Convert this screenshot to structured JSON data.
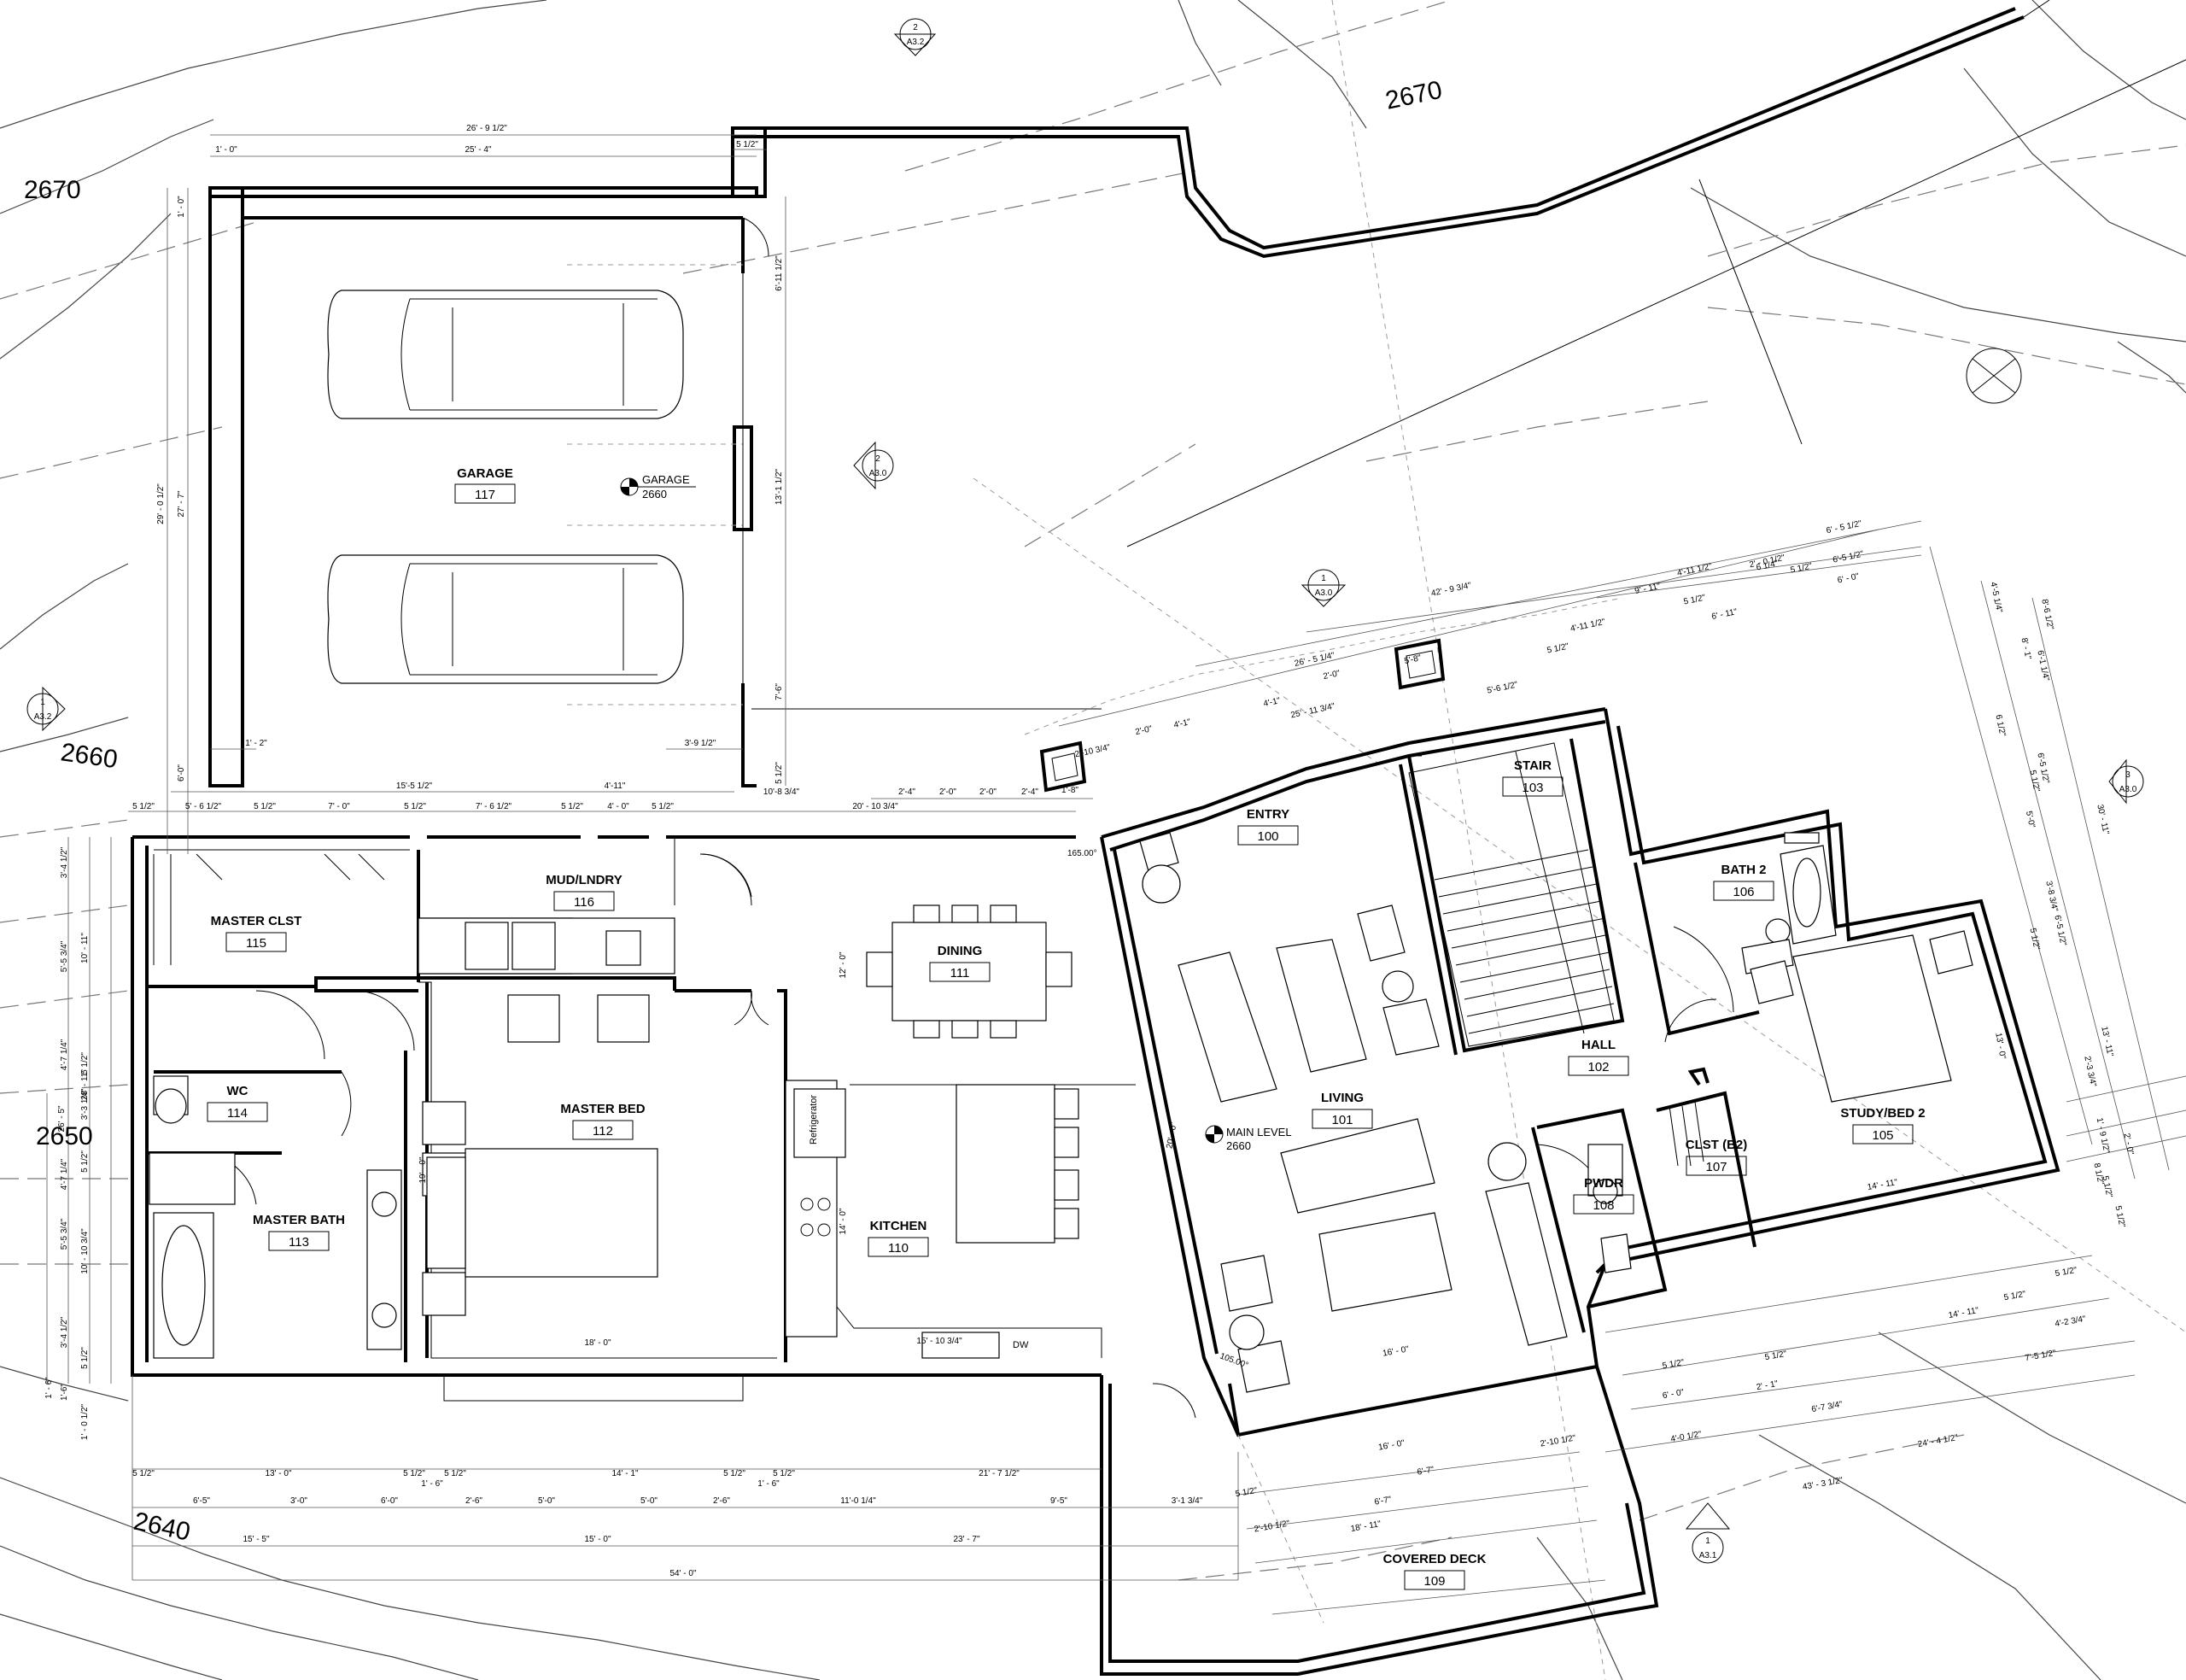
{
  "contour_labels": [
    "2670",
    "2670",
    "2660",
    "2640",
    "2650"
  ],
  "levels": {
    "garage": {
      "name": "GARAGE",
      "elev": "2660"
    },
    "main": {
      "name": "MAIN LEVEL",
      "elev": "2660"
    }
  },
  "rooms": [
    {
      "id": "garage",
      "name": "GARAGE",
      "num": "117"
    },
    {
      "id": "mud",
      "name": "MUD/LNDRY",
      "num": "116"
    },
    {
      "id": "master-clst",
      "name": "MASTER CLST",
      "num": "115"
    },
    {
      "id": "wc",
      "name": "WC",
      "num": "114"
    },
    {
      "id": "master-bath",
      "name": "MASTER BATH",
      "num": "113"
    },
    {
      "id": "master-bed",
      "name": "MASTER BED",
      "num": "112"
    },
    {
      "id": "dining",
      "name": "DINING",
      "num": "111"
    },
    {
      "id": "kitchen",
      "name": "KITCHEN",
      "num": "110"
    },
    {
      "id": "entry",
      "name": "ENTRY",
      "num": "100"
    },
    {
      "id": "stair",
      "name": "STAIR",
      "num": "103"
    },
    {
      "id": "living",
      "name": "LIVING",
      "num": "101"
    },
    {
      "id": "hall",
      "name": "HALL",
      "num": "102"
    },
    {
      "id": "bath2",
      "name": "BATH 2",
      "num": "106"
    },
    {
      "id": "study",
      "name": "STUDY/BED 2",
      "num": "105"
    },
    {
      "id": "clst-b2",
      "name": "CLST (B2)",
      "num": "107"
    },
    {
      "id": "pwdr",
      "name": "PWDR",
      "num": "108"
    },
    {
      "id": "deck",
      "name": "COVERED DECK",
      "num": "109"
    }
  ],
  "section_markers": [
    {
      "num": "2",
      "sheet": "A3.2"
    },
    {
      "num": "2",
      "sheet": "A3.0"
    },
    {
      "num": "1",
      "sheet": "A3.0"
    },
    {
      "num": "1",
      "sheet": "A3.2"
    },
    {
      "num": "3",
      "sheet": "A3.0"
    },
    {
      "num": "1",
      "sheet": "A3.1"
    }
  ],
  "fixtures": {
    "refrigerator": "Refrigerator",
    "dishwasher": "DW"
  },
  "angles": [
    "165.00°",
    "105.00°"
  ],
  "dims_top": [
    "26' - 9 1/2\"",
    "1' - 0\"",
    "25' - 4\"",
    "5 1/2\""
  ],
  "dims_garage": [
    "29' - 0 1/2\"",
    "27' - 7\"",
    "6'-11 1/2\"",
    "13'-1 1/2\"",
    "7'-6\"",
    "1' - 0\"",
    "3'-9 1/2\"",
    "1' - 2\"",
    "5 1/2\""
  ],
  "dims_row1": [
    "6'-0\"",
    "15'-5 1/2\"",
    "4'-11\"",
    "10'-8 3/4\""
  ],
  "dims_row2": [
    "5 1/2\"",
    "5' - 6 1/2\"",
    "5 1/2\"",
    "7' - 0\"",
    "5 1/2\"",
    "7' - 6 1/2\"",
    "5 1/2\"",
    "4' - 0\"",
    "5 1/2\"",
    "20' - 10 3/4\""
  ],
  "dims_row3": [
    "2'-4\"",
    "2'-0\"",
    "2'-0\"",
    "2'-4\"",
    "1'-8\""
  ],
  "dims_left": [
    "3'-4 1/2\"",
    "5'-5 3/4\"",
    "10' - 11\"",
    "4'-7 1/4\"",
    "5 1/2\"",
    "3'-3 1/4\"",
    "28' - 11\"",
    "26' - 5\"",
    "4'-7 1/4\"",
    "5 1/2\"",
    "5'-5 3/4\"",
    "10' - 10 3/4\"",
    "3'-4 1/2\"",
    "5 1/2\"",
    "1' - 6\"",
    "1'-6\"",
    "1' - 0 1/2\""
  ],
  "dims_interior": [
    "12' - 0\"",
    "14' - 0\"",
    "19' - 0\"",
    "18' - 0\"",
    "15' - 10 3/4\"",
    "20' - 0\"",
    "16' - 0\"",
    "14' - 11\"",
    "13' - 0\""
  ],
  "dims_bottom_1": [
    "5 1/2\"",
    "13' - 0\"",
    "5 1/2\"",
    "5 1/2\"",
    "14' - 1\"",
    "5 1/2\"",
    "5 1/2\"",
    "21' - 7 1/2\""
  ],
  "dims_bottom_2": [
    "6'-5\"",
    "3'-0\"",
    "6'-0\"",
    "2'-6\"",
    "5'-0\"",
    "5'-0\"",
    "2'-6\"",
    "11'-0 1/4\"",
    "9'-5\"",
    "3'-1 3/4\""
  ],
  "dims_bottom_3": [
    "1' - 6\"",
    "1' - 6\""
  ],
  "dims_bottom_4": [
    "15' - 5\"",
    "15' - 0\"",
    "23' - 7\""
  ],
  "dims_bottom_5": [
    "54' - 0\""
  ],
  "dims_upper_right": [
    "42' - 9 3/4\"",
    "26' - 5 1/4\"",
    "25' - 11 3/4\"",
    "5'-6 1/2\"",
    "5 1/2\"",
    "4'-11 1/2\"",
    "9' - 11\"",
    "4'-11 1/2\"",
    "2' - 0 1/2\"",
    "6' - 11\"",
    "6 1/4\"",
    "6' - 5 1/2\"",
    "6'-5 1/2\"",
    "6' - 0\"",
    "5 1/2\"",
    "5 1/2\"",
    "5'-8\"",
    "4'-1\"",
    "4'-1\"",
    "2'-0\"",
    "2'-0\"",
    "2'-10 3/4\""
  ],
  "dims_right": [
    "4'-5 1/4\"",
    "8'-6 1/2\"",
    "8' - 1\"",
    "6'-1 1/4\"",
    "6 1/2\"",
    "6'-5 1/2\"",
    "30' - 11\"",
    "5'-0\"",
    "5 1/2\"",
    "3'-8 3/4\"",
    "6'-5 1/2\"",
    "13' - 11\"",
    "5 1/2\"",
    "2'-3 3/4\"",
    "1' - 9 1/2\"",
    "2' - 0\"",
    "8 1/2\"",
    "5 1/2\"",
    "5 1/2\""
  ],
  "dims_lower_right": [
    "5 1/2\"",
    "14' - 11\"",
    "4'-2 3/4\"",
    "7'-5 1/2\"",
    "5 1/2\"",
    "5 1/2\"",
    "2' - 1\"",
    "6'-7 3/4\"",
    "6' - 0\"",
    "24' - 4 1/2\"",
    "4'-0 1/2\"",
    "5 1/2\"",
    "2'-10 1/2\"",
    "43' - 3 1/2\""
  ],
  "dims_deck": [
    "16' - 0\"",
    "6'-7\"",
    "6'-7\"",
    "18' - 11\"",
    "2'-10 1/2\"",
    "5 1/2\""
  ]
}
